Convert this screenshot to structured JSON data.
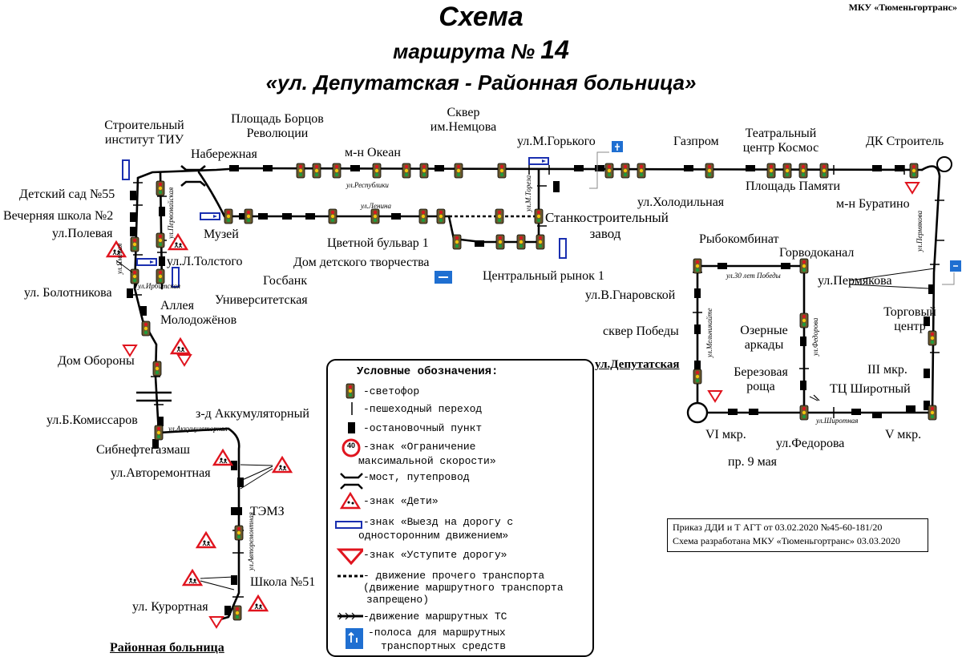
{
  "header": {
    "organization": "МКУ «Тюменьгортранс»",
    "title_line1": "Схема",
    "title_line2_prefix": "маршрута №",
    "route_number": "14",
    "title_line3": "«ул. Депутатская - Районная больница»"
  },
  "stops": {
    "construction_institute": "Строительный институт ТИУ",
    "embankment": "Набережная",
    "revolution_square": "Площадь Борцов Революции",
    "ocean": "м-н Океан",
    "nemtsov_square": "Сквер им.Немцова",
    "gorky": "ул.М.Горького",
    "gazprom": "Газпром",
    "cosmos": "Театральный центр Космос",
    "dk_stroitel": "ДК Строитель",
    "kholodilnaya": "ул.Холодильная",
    "memory_square": "Площадь Памяти",
    "buratino": "м-н Буратино",
    "kindergarten": "Детский сад №55",
    "evening_school": "Вечерняя школа №2",
    "polevaya": "ул.Полевая",
    "museum": "Музей",
    "tolstoy": "ул.Л.Толстого",
    "university": "Университетская",
    "gosbank": "Госбанк",
    "flower_boulevard": "Цветной бульвар 1",
    "children_house": "Дом детского творчества",
    "machine_plant": "Станкостроительный завод",
    "central_market": "Центральный рынок 1",
    "bolotnikova": "ул. Болотникова",
    "newlyweds": "Аллея Молодожёнов",
    "defense_house": "Дом Обороны",
    "komissarov": "ул.Б.Комиссаров",
    "battery_plant": "з-д Аккумуляторный",
    "sibneftegaz": "Сибнефтегазмаш",
    "autorepair": "ул.Авторемонтная",
    "temz": "ТЭМЗ",
    "school51": "Школа №51",
    "kurortnaya": "ул. Курортная",
    "district_hospital": "Районная больница",
    "fish_plant": "Рыбокомбинат",
    "gorvodokanal": "Горводоканал",
    "gnarovskoy": "ул.В.Гнаровской",
    "victory_square": "сквер Победы",
    "lake_arcades": "Озерные аркады",
    "birch_grove": "Березовая роща",
    "deputatskaya": "ул.Депутатская",
    "vi_mkr": "VI мкр.",
    "may9": "пр. 9 мая",
    "fedorova": "ул.Федорова",
    "v_mkr": "V мкр.",
    "shirotny_mall": "ТЦ Широтный",
    "iii_mkr": "III мкр.",
    "trade_center": "Торговый центр",
    "permyakova": "ул.Пермякова"
  },
  "streets": {
    "respubliki": "ул.Республики",
    "lenina": "ул.Ленина",
    "tereshkova": "ул.М.Тореза",
    "permyakova": "ул.Пермякова",
    "pervomayskaya": "ул.Первомайская",
    "yamskaya": "ул.Ямская",
    "irbitskaya": "ул.Ирбитская",
    "akkumulyatornaya": "ул.Аккумуляторная",
    "avtoremontnaya": "ул.Авторемонтная",
    "let30": "ул.30 лет Победы",
    "melnikayte": "ул.Мельникайте",
    "fedorova": "ул.Федорова",
    "shirotnaya": "ул.Широтная"
  },
  "legend": {
    "title": "Условные обозначения:",
    "traffic_light": "-светофор",
    "crossing": "-пешеходный переход",
    "stop_point": "-остановочный пункт",
    "speed_limit_line1": "-знак «Ограничение",
    "speed_limit_line2": "максимальной скорости»",
    "speed_limit_value": "40",
    "bridge": "-мост, путепровод",
    "children": "-знак «Дети»",
    "oneway_line1": "-знак «Выезд на дорогу с",
    "oneway_line2": "односторонним движением»",
    "yield": "-знак «Уступите дорогу»",
    "other_traffic_line1": "- движение прочего транспорта",
    "other_traffic_line2": "(движение маршрутного транспорта",
    "other_traffic_line3": "запрещено)",
    "route_traffic": "-движение маршрутных ТС",
    "bus_lane_line1": "-полоса для маршрутных",
    "bus_lane_line2": "транспортных средств"
  },
  "order": {
    "line1": "Приказ ДДИ и Т АГТ от 03.02.2020 №45-60-181/20",
    "line2": "Схема разработана МКУ «Тюменьгортранс» 03.03.2020"
  },
  "colors": {
    "route": "#000000",
    "sign_red": "#e0141e",
    "sign_blue": "#1a2fb0",
    "lane_blue": "#1f6fd1",
    "light_body": "#6b5a2e",
    "light_red": "#d71920",
    "light_yellow": "#f2c40d",
    "light_green": "#1f9a3c"
  }
}
